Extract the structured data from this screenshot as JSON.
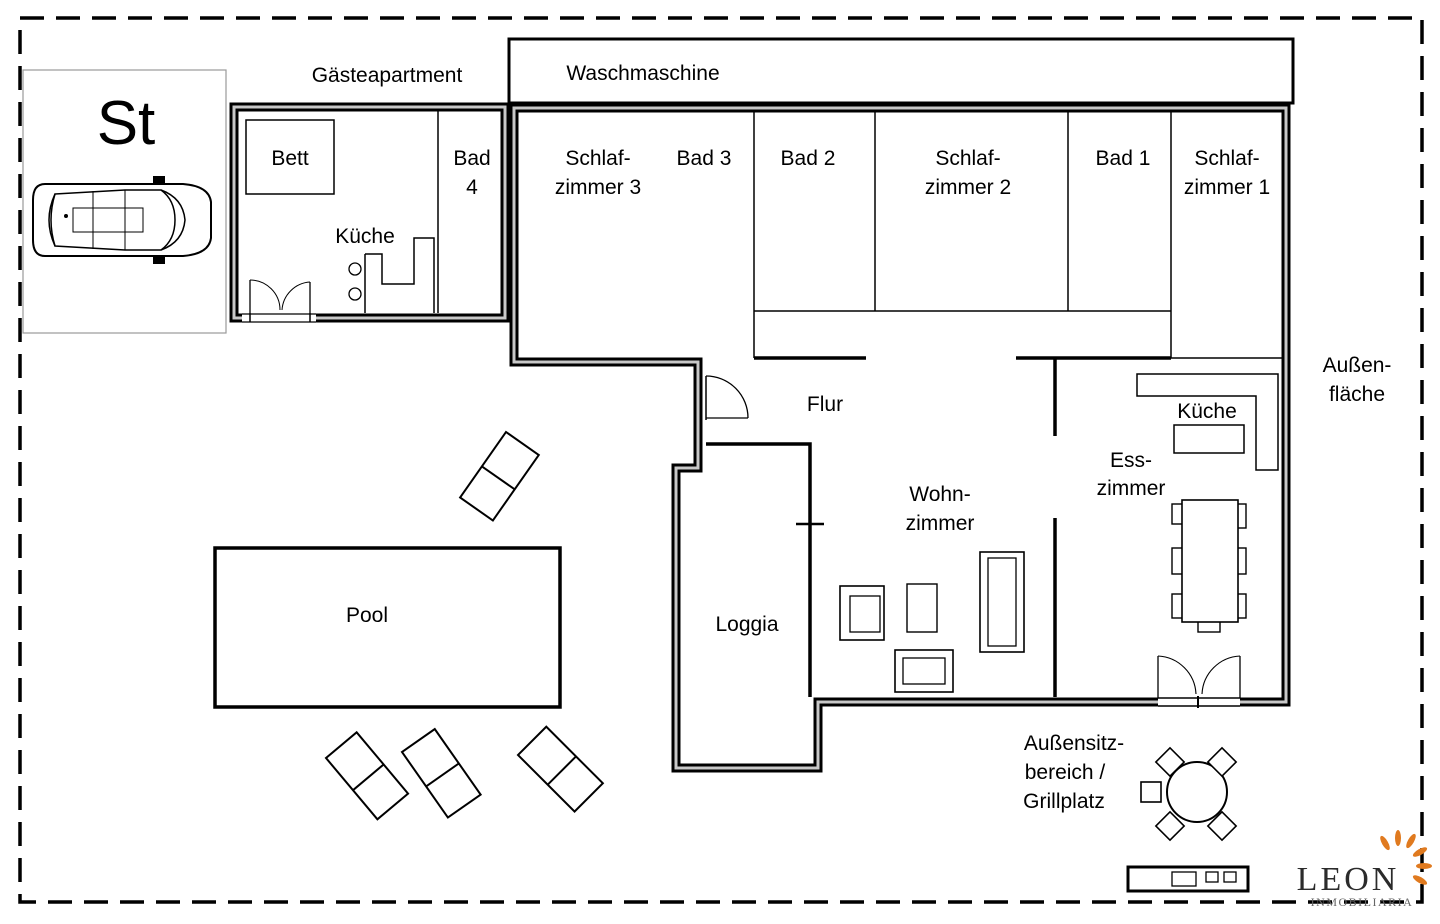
{
  "labels": {
    "parking": "St",
    "guest_apartment": "Gästeapartment",
    "washing_machine": "Waschmaschine",
    "bed": "Bett",
    "bath4_line1": "Bad",
    "bath4_line2": "4",
    "guest_kitchen": "Küche",
    "bedroom3_line1": "Schlaf-",
    "bedroom3_line2": "zimmer 3",
    "bath3": "Bad 3",
    "bath2": "Bad 2",
    "bedroom2_line1": "Schlaf-",
    "bedroom2_line2": "zimmer 2",
    "bath1": "Bad 1",
    "bedroom1_line1": "Schlaf-",
    "bedroom1_line2": "zimmer 1",
    "outdoor_line1": "Außen-",
    "outdoor_line2": "fläche",
    "hallway": "Flur",
    "kitchen": "Küche",
    "dining_line1": "Ess-",
    "dining_line2": "zimmer",
    "living_line1": "Wohn-",
    "living_line2": "zimmer",
    "loggia": "Loggia",
    "pool": "Pool",
    "seating_line1": "Außensitz-",
    "seating_line2": "bereich /",
    "seating_line3": "Grillplatz"
  },
  "logo": {
    "name": "LEON",
    "subtitle": "INMOBILIARIA",
    "accent_color": "#e07a1f"
  },
  "colors": {
    "wall": "#000000",
    "wall_core": "#c8c8c8",
    "parking_border": "#9a9a9a"
  }
}
